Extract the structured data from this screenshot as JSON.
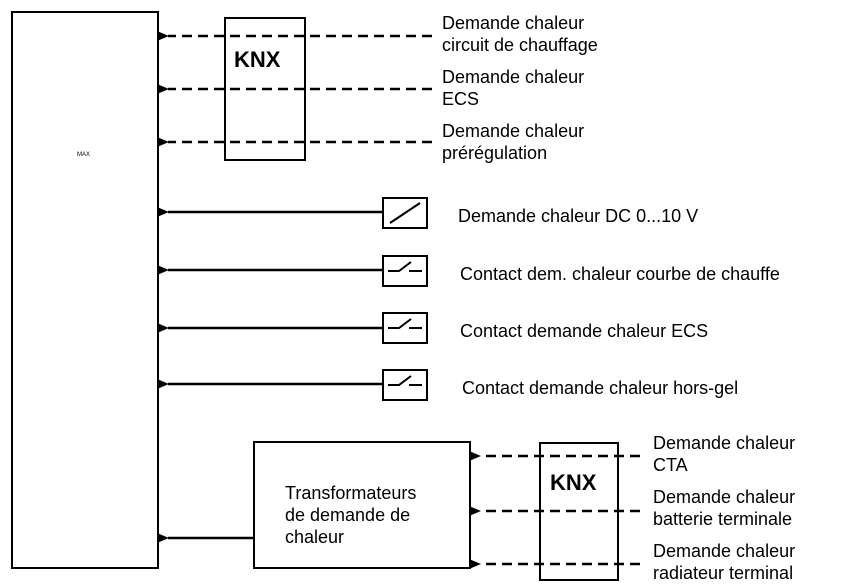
{
  "controller": {
    "label": "MAX"
  },
  "knx_top": {
    "label": "KNX"
  },
  "knx_bottom": {
    "label": "KNX"
  },
  "transformer": {
    "line1": "Transformateurs",
    "line2": "de demande de",
    "line3": "chaleur"
  },
  "signals_top": [
    {
      "line1": "Demande chaleur",
      "line2": "circuit de chauffage"
    },
    {
      "line1": "Demande chaleur",
      "line2": "ECS"
    },
    {
      "line1": "Demande chaleur",
      "line2": "prérégulation"
    }
  ],
  "signals_mid": [
    {
      "label": "Demande chaleur DC 0...10 V",
      "symbol": "analog-signal-icon"
    },
    {
      "label": "Contact dem. chaleur courbe de chauffe",
      "symbol": "contact-switch-icon"
    },
    {
      "label": "Contact demande chaleur ECS",
      "symbol": "contact-switch-icon"
    },
    {
      "label": "Contact demande chaleur hors-gel",
      "symbol": "contact-switch-icon"
    }
  ],
  "signals_bottom": [
    {
      "line1": "Demande chaleur",
      "line2": "CTA"
    },
    {
      "line1": "Demande chaleur",
      "line2": "batterie terminale"
    },
    {
      "line1": "Demande chaleur",
      "line2": "radiateur terminal"
    }
  ],
  "colors": {
    "stroke": "#000000",
    "background": "#ffffff"
  }
}
